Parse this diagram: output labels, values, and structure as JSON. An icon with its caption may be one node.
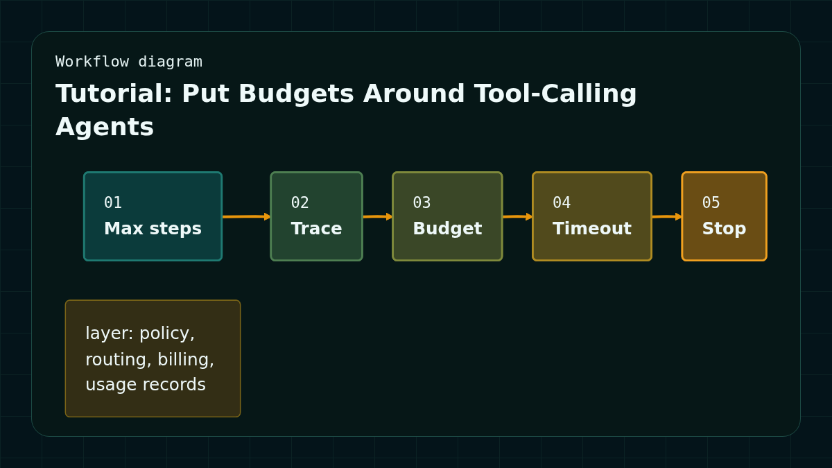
{
  "diagram": {
    "title": "Tutorial: Put Budgets Around Tool-Calling Agents",
    "nodes": [
      {
        "text": [
          "01",
          "Max steps"
        ]
      },
      {
        "text": [
          "02",
          "Trace"
        ]
      },
      {
        "text": [
          "03",
          "Budget"
        ]
      },
      {
        "text": [
          "04",
          "Timeout"
        ]
      },
      {
        "text": [
          "05",
          "Stop"
        ]
      },
      {
        "text": [
          "layer: policy, routing, billing, usage records"
        ]
      }
    ],
    "edges": [
      {
        "from": 0,
        "to": 1,
        "arrow": "to"
      },
      {
        "from": 1,
        "to": 2,
        "arrow": "to"
      },
      {
        "from": 2,
        "to": 3,
        "arrow": "to"
      },
      {
        "from": 3,
        "to": 4,
        "arrow": "to"
      }
    ],
    "labels": [
      "Workflow diagram"
    ]
  }
}
